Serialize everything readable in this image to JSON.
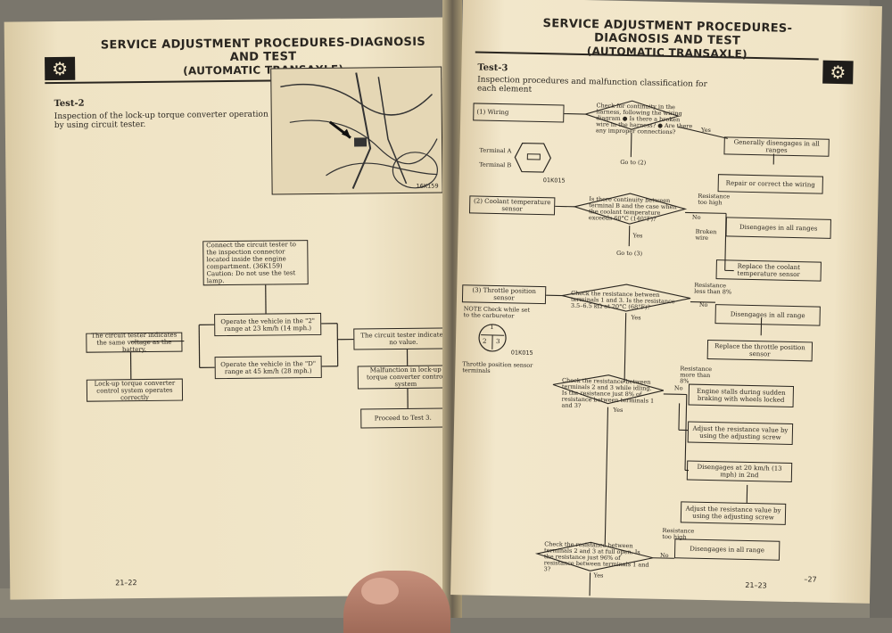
{
  "header": {
    "title_line1": "SERVICE ADJUSTMENT PROCEDURES-DIAGNOSIS AND TEST",
    "title_line2": "(AUTOMATIC TRANSAXLE)"
  },
  "left": {
    "test_title": "Test-2",
    "intro": "Inspection of the lock-up torque converter operation by using circuit tester.",
    "figure_label": "16K159",
    "flow": {
      "connect": "Connect the circuit tester to the inspection connector located inside the engine compartment. (36K159) Caution: Do not use the test lamp.",
      "operate2": "Operate the vehicle in the \"2\" range at 23 km/h (14 mph.)",
      "operateD": "Operate the vehicle in the \"D\" range at 45 km/h (28 mph.)",
      "same_voltage": "The circuit tester indicates the same voltage as the battery.",
      "system_ok": "Lock-up torque converter control system operates correctly",
      "no_value": "The circuit tester indicates no value.",
      "malfunction": "Malfunction in lock-up torque converter control system",
      "proceed": "Proceed to Test 3."
    },
    "page_number": "21–22"
  },
  "right": {
    "test_title": "Test-3",
    "intro": "Inspection procedures and malfunction classification for each element",
    "wiring": {
      "label": "(1) Wiring",
      "check": "Check for continuity in the harness, following the wiring diagram ● Is there a broken wire in the harness? ● Are there any improper connections?",
      "yes": "Yes",
      "disengages": "Generally disengages in all ranges",
      "repair": "Repair or correct the wiring",
      "terminal_a": "Terminal A",
      "terminal_b": "Terminal B",
      "fig": "01K015",
      "goto": "Go to (2)"
    },
    "coolant": {
      "label": "(2) Coolant temperature sensor",
      "check": "Is there continuity between terminal B and the case when the coolant temperature exceeds 60°C (140°F)?",
      "resistance_high": "Resistance too high",
      "no": "No",
      "broken": "Broken wire",
      "disengages": "Disengages in all ranges",
      "replace": "Replace the coolant temperature sensor",
      "yes": "Yes",
      "goto": "Go to (3)"
    },
    "throttle": {
      "label": "(3) Throttle position sensor",
      "note": "NOTE Check while set to the carburetor",
      "fig": "01K015",
      "caption": "Throttle position sensor terminals",
      "check1": "Check the resistance between terminals 1 and 3. Is the resistance 3.5–6.5 kΩ at 20°C (68°F)?",
      "less": "Resistance less than 8%",
      "no": "No",
      "disengages": "Disengages in all range",
      "replace": "Replace the throttle position sensor",
      "yes": "Yes",
      "check2": "Check the resistance between terminals 2 and 3 while idling. Is the resistance just 8% of resistance between terminals 1 and 3?",
      "more": "Resistance more than 8%",
      "stalls": "Engine stalls during sudden braking with wheels locked",
      "adjust1": "Adjust the resistance value by using the adjusting screw",
      "disengage20": "Disengages at 20 km/h (13 mph) in 2nd",
      "adjust2": "Adjust the resistance value by using the adjusting screw",
      "check3": "Check the resistance between terminals 2 and 3 at full open. Is the resistance just 96% of resistance between terminals 1 and 3?",
      "high": "Resistance too high",
      "disengage_all": "Disengages in all range"
    },
    "sensor_digits": [
      "1",
      "2",
      "3"
    ],
    "page_number": "21–23",
    "next_page": "–27"
  },
  "icons": [
    "gear-icon"
  ]
}
